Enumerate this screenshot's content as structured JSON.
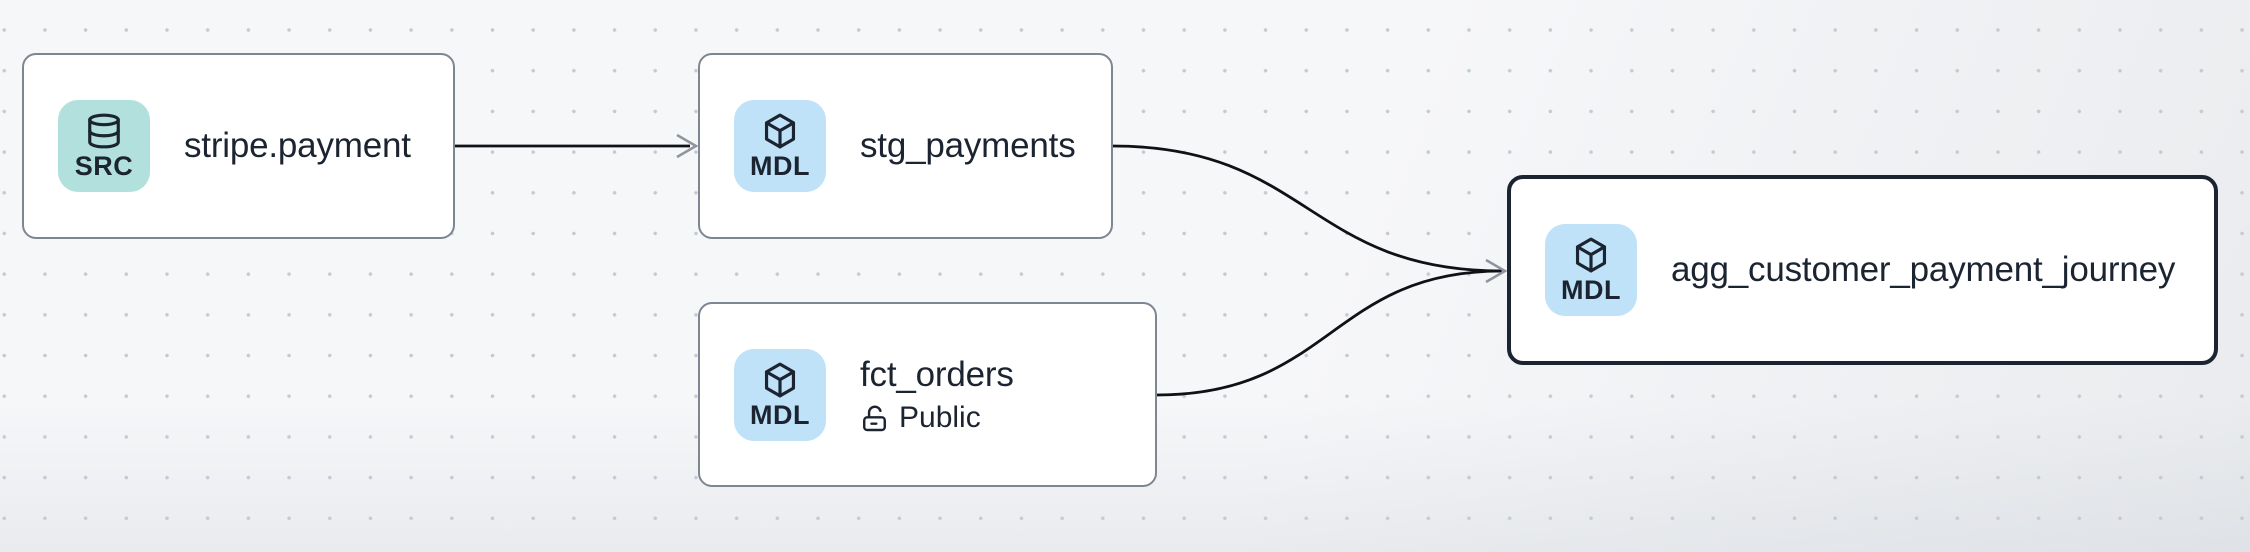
{
  "colors": {
    "background": "#f6f7f9",
    "background_edge": "#e9ebee",
    "grid_dot": "#c6cad0",
    "node_bg": "#ffffff",
    "node_border": "#7e8691",
    "node_selected_border": "#1c2431",
    "text": "#1b2430",
    "src_badge_bg": "#b2e0dc",
    "mdl_badge_bg": "#bfe2f8",
    "edge": "#0e1116",
    "arrowhead": "#8e959f"
  },
  "nodes": [
    {
      "id": "stripe.payment",
      "title": "stripe.payment",
      "badge": "SRC",
      "icon": "database",
      "selected": false
    },
    {
      "id": "stg_payments",
      "title": "stg_payments",
      "badge": "MDL",
      "icon": "cube",
      "selected": false
    },
    {
      "id": "fct_orders",
      "title": "fct_orders",
      "badge": "MDL",
      "icon": "cube",
      "access_label": "Public",
      "access_icon": "unlock",
      "selected": false
    },
    {
      "id": "agg_customer_payment_journey",
      "title": "agg_customer_payment_journey",
      "badge": "MDL",
      "icon": "cube",
      "selected": true
    }
  ],
  "edges": [
    {
      "from": "stripe.payment",
      "to": "stg_payments"
    },
    {
      "from": "stg_payments",
      "to": "agg_customer_payment_journey"
    },
    {
      "from": "fct_orders",
      "to": "agg_customer_payment_journey"
    }
  ]
}
